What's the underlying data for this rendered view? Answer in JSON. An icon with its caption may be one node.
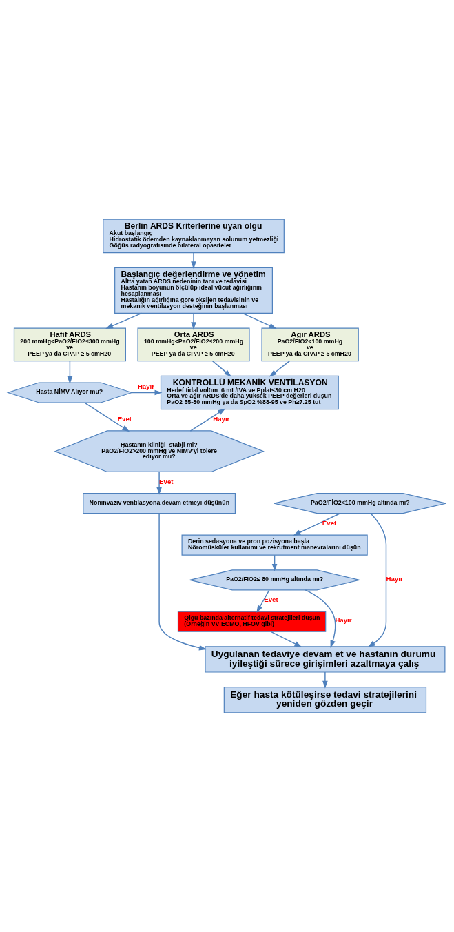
{
  "diagram": {
    "nodes": [
      {
        "text": [
          "Berlin ARDS Kriterlerine uyan olgu",
          "Akut başlangıç",
          "Hidrostatik ödemden kaynaklanmayan solunum yetmezliği",
          "Göğüs radyografisinde bilateral opasiteler"
        ]
      },
      {
        "text": [
          "Başlangıç değerlendirme ve yönetim",
          "Altta yatan ARDS nedeninin tanı ve tedavisi",
          "Hastanın boyunun ölçülüp ideal vücut ağırlığının hesaplanması",
          "Hastalığın ağırlığına göre oksijen tedavisinin ve mekanik ventilasyon desteğinin başlanması"
        ]
      },
      {
        "text": [
          "Hafif ARDS",
          "200 mmHg<PaO2/FİO2≤300 mmHg",
          "ve",
          "PEEP ya da CPAP ≥ 5 cmH20"
        ]
      },
      {
        "text": [
          "Orta ARDS",
          "100 mmHg<PaO2/FİO2≤200 mmHg",
          "ve",
          "PEEP ya da CPAP ≥ 5 cmH20"
        ]
      },
      {
        "text": [
          "Ağır ARDS",
          "PaO2/FİO2<100 mmHg",
          "ve",
          "PEEP ya da CPAP ≥ 5 cmH20"
        ]
      },
      {
        "text": [
          "Hasta NİMV Alıyor mu?"
        ]
      },
      {
        "text": [
          "KONTROLLÜ MEKANİK VENTİLASYON",
          "Hedef tidal volüm  6 mL/İVA ve Pplat≤30 cm H20",
          "Orta ve ağır ARDS'de daha yüksek PEEP değerleri düşün",
          "PaO2 55-80 mmHg ya da SpO2 %88-95 ve Ph≥7.25 tut"
        ]
      },
      {
        "text": [
          "Hastanın kliniği  stabil mi? PaO2/FİO2>200 mmHg ve NİMV'yi tolere ediyor mu?"
        ]
      },
      {
        "text": [
          "Noninvaziv ventilasyona devam etmeyi düşünün"
        ]
      },
      {
        "text": [
          "PaO2/FİO2<100 mmHg altında mı?"
        ]
      },
      {
        "text": [
          "Derin sedasyona ve pron pozisyona başla",
          "Nöromüsküler kullanımı ve rekrutment manevralarını düşün"
        ]
      },
      {
        "text": [
          "PaO2/FİO2≤ 80 mmHg altında mı?"
        ]
      },
      {
        "text": [
          "Olgu bazında alternatif tedavi stratejileri düşün (Örneğin VV ECMO, HFOV gibi)"
        ]
      },
      {
        "text": [
          "Uygulanan tedaviye devam et ve hastanın durumu iyileştiği sürece girişimleri azaltmaya çalış"
        ]
      },
      {
        "text": [
          "Eğer hasta kötüleşirse tedavi stratejilerini yeniden gözden geçir"
        ]
      }
    ],
    "edges": [
      {
        "from": 0,
        "to": 1,
        "arrow": "to"
      },
      {
        "from": 1,
        "to": 2,
        "arrow": "to"
      },
      {
        "from": 1,
        "to": 3,
        "arrow": "to"
      },
      {
        "from": 1,
        "to": 4,
        "arrow": "to"
      },
      {
        "from": 2,
        "to": 5,
        "arrow": "to"
      },
      {
        "from": 3,
        "to": 6,
        "arrow": "to"
      },
      {
        "from": 4,
        "to": 6,
        "arrow": "to"
      },
      {
        "from": 5,
        "to": 6,
        "arrow": "to",
        "label": "Hayır"
      },
      {
        "from": 5,
        "to": 7,
        "arrow": "to",
        "label": "Evet"
      },
      {
        "from": 7,
        "to": 6,
        "arrow": "to",
        "label": "Hayır"
      },
      {
        "from": 7,
        "to": 8,
        "arrow": "to",
        "label": "Evet"
      },
      {
        "from": 8,
        "to": 13,
        "arrow": "to"
      },
      {
        "from": 9,
        "to": 13,
        "arrow": "to",
        "label": "Hayır"
      },
      {
        "from": 9,
        "to": 10,
        "arrow": "to",
        "label": "Evet"
      },
      {
        "from": 10,
        "to": 11,
        "arrow": "to"
      },
      {
        "from": 11,
        "to": 13,
        "arrow": "to",
        "label": "Hayır"
      },
      {
        "from": 11,
        "to": 12,
        "arrow": "to",
        "label": "Evet"
      },
      {
        "from": 12,
        "to": 13,
        "arrow": "to"
      },
      {
        "from": 13,
        "to": 14,
        "arrow": "to"
      }
    ]
  }
}
